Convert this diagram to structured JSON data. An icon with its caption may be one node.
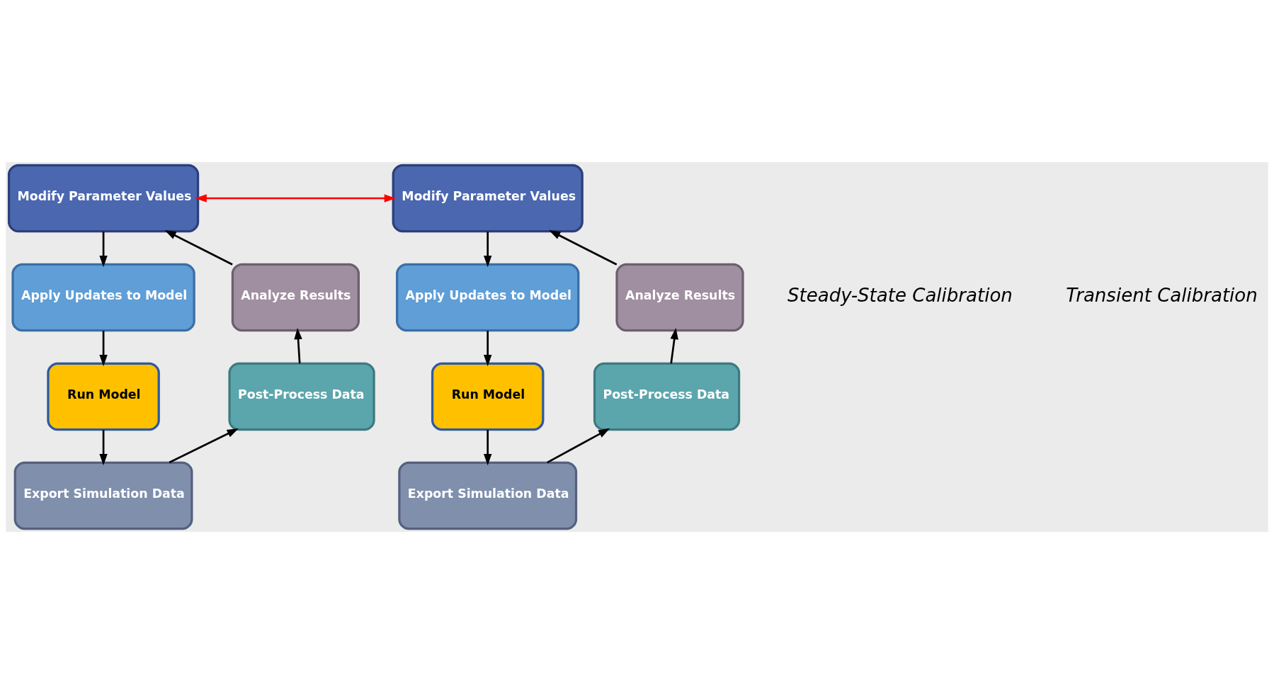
{
  "diagram": {
    "nodes": [
      {
        "text": [
          "Modify Parameter Values"
        ]
      },
      {
        "text": [
          "Analyze Results"
        ]
      },
      {
        "text": [
          "Apply Updates to Model"
        ]
      },
      {
        "text": [
          "Post-Process Data"
        ]
      },
      {
        "text": [
          "Run Model"
        ]
      },
      {
        "text": [
          "Export Simulation Data"
        ]
      },
      {
        "text": [
          "Modify Parameter Values"
        ]
      },
      {
        "text": [
          "Analyze Results"
        ]
      },
      {
        "text": [
          "Apply Updates to Model"
        ]
      },
      {
        "text": [
          "Post-Process Data"
        ]
      },
      {
        "text": [
          "Run Model"
        ]
      },
      {
        "text": [
          "Export Simulation Data"
        ]
      }
    ],
    "edges": [
      {
        "from": 0,
        "to": 2,
        "arrow": "to"
      },
      {
        "from": 2,
        "to": 4,
        "arrow": "to"
      },
      {
        "from": 4,
        "to": 5,
        "arrow": "to"
      },
      {
        "from": 5,
        "to": 3,
        "arrow": "to"
      },
      {
        "from": 3,
        "to": 1,
        "arrow": "to"
      },
      {
        "from": 1,
        "to": 0,
        "arrow": "to"
      },
      {
        "from": 6,
        "to": 8,
        "arrow": "to"
      },
      {
        "from": 8,
        "to": 10,
        "arrow": "to"
      },
      {
        "from": 10,
        "to": 11,
        "arrow": "to"
      },
      {
        "from": 11,
        "to": 9,
        "arrow": "to"
      },
      {
        "from": 9,
        "to": 7,
        "arrow": "to"
      },
      {
        "from": 7,
        "to": 6,
        "arrow": "to"
      },
      {
        "from": 0,
        "to": 6,
        "arrow": "both",
        "color": "#ff0000"
      }
    ],
    "labels": [
      "Steady-State Calibration",
      "Transient Calibration"
    ]
  }
}
